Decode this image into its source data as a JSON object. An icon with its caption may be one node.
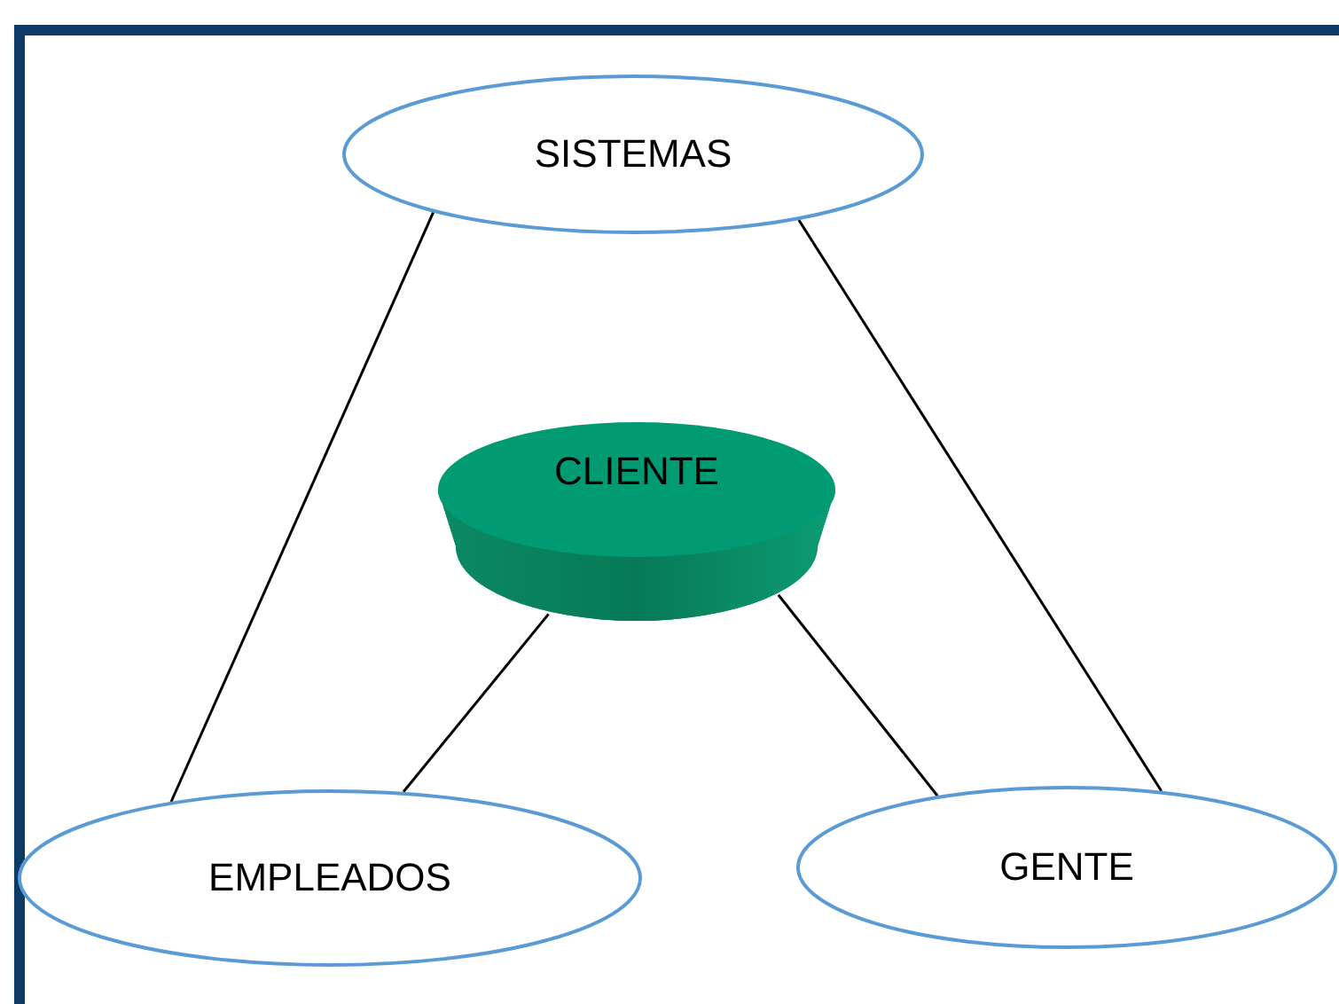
{
  "diagram": {
    "nodes": [
      {
        "text": [
          "SISTEMAS"
        ]
      },
      {
        "text": [
          "CLIENTE"
        ]
      },
      {
        "text": [
          "EMPLEADOS"
        ]
      },
      {
        "text": [
          "GENTE"
        ]
      }
    ],
    "edges": [
      {
        "from": 0,
        "to": 2,
        "arrow": "none"
      },
      {
        "from": 0,
        "to": 3,
        "arrow": "none"
      },
      {
        "from": 1,
        "to": 2,
        "arrow": "none"
      },
      {
        "from": 1,
        "to": 3,
        "arrow": "none"
      }
    ]
  }
}
